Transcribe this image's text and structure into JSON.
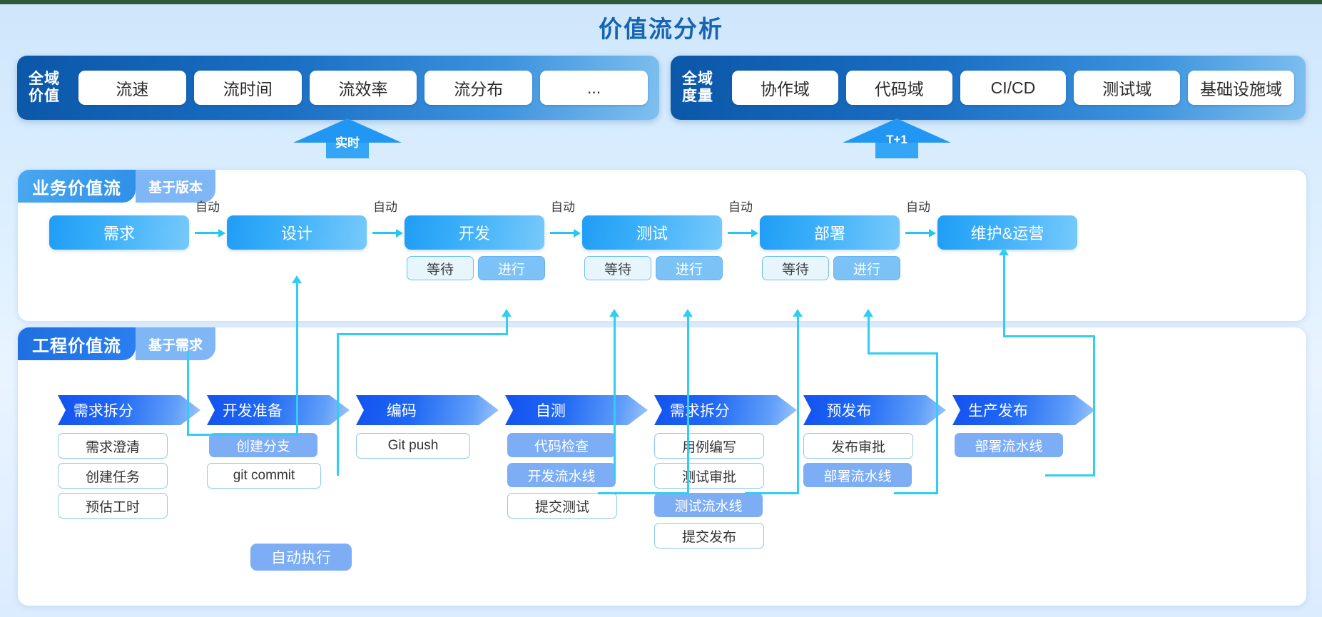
{
  "page": {
    "title": "价值流分析"
  },
  "top_panels": [
    {
      "label": "全域\n价值",
      "label_line1": "全域",
      "label_line2": "价值",
      "items": [
        "流速",
        "流时间",
        "流效率",
        "流分布",
        "..."
      ]
    },
    {
      "label_line1": "全域",
      "label_line2": "度量",
      "items": [
        "协作域",
        "代码域",
        "CI/CD",
        "测试域",
        "基础设施域"
      ]
    }
  ],
  "flow_arrows": [
    {
      "name": "realtime",
      "label": "实时"
    },
    {
      "name": "t-plus-1",
      "label": "T+1"
    }
  ],
  "business_stream": {
    "title": "业务价值流",
    "subtitle": "基于版本",
    "transition_label": "自动",
    "stages": [
      {
        "name": "需求",
        "chips": []
      },
      {
        "name": "设计",
        "chips": []
      },
      {
        "name": "开发",
        "chips": [
          {
            "label": "等待",
            "type": "wait"
          },
          {
            "label": "进行",
            "type": "progress"
          }
        ]
      },
      {
        "name": "测试",
        "chips": [
          {
            "label": "等待",
            "type": "wait"
          },
          {
            "label": "进行",
            "type": "progress"
          }
        ]
      },
      {
        "name": "部署",
        "chips": [
          {
            "label": "等待",
            "type": "wait"
          },
          {
            "label": "进行",
            "type": "progress"
          }
        ]
      },
      {
        "name": "维护&运营",
        "chips": []
      }
    ]
  },
  "engineering_stream": {
    "title": "工程价值流",
    "subtitle": "基于需求",
    "legend": "自动执行",
    "columns": [
      {
        "name": "需求拆分",
        "items": [
          {
            "label": "需求澄清",
            "type": "outline"
          },
          {
            "label": "创建任务",
            "type": "outline"
          },
          {
            "label": "预估工时",
            "type": "outline"
          }
        ]
      },
      {
        "name": "开发准备",
        "items": [
          {
            "label": "创建分支",
            "type": "filled"
          },
          {
            "label": "git commit",
            "type": "outline"
          }
        ]
      },
      {
        "name": "编码",
        "items": [
          {
            "label": "Git push",
            "type": "outline"
          }
        ]
      },
      {
        "name": "自测",
        "items": [
          {
            "label": "代码检查",
            "type": "filled"
          },
          {
            "label": "开发流水线",
            "type": "filled"
          },
          {
            "label": "提交测试",
            "type": "outline"
          }
        ]
      },
      {
        "name": "需求拆分",
        "items": [
          {
            "label": "用例编写",
            "type": "outline"
          },
          {
            "label": "测试审批",
            "type": "outline"
          },
          {
            "label": "测试流水线",
            "type": "filled"
          },
          {
            "label": "提交发布",
            "type": "outline"
          }
        ]
      },
      {
        "name": "预发布",
        "items": [
          {
            "label": "发布审批",
            "type": "outline"
          },
          {
            "label": "部署流水线",
            "type": "filled"
          }
        ]
      },
      {
        "name": "生产发布",
        "items": [
          {
            "label": "部署流水线",
            "type": "filled"
          }
        ]
      }
    ]
  },
  "colors": {
    "accent_blue": "#1764b0",
    "panel_gradient_start": "#0b57a8",
    "panel_gradient_end": "#7fc0ef",
    "connector_cyan": "#31cdf2",
    "stage_blue": "#1f9df5",
    "chevron_blue": "#1352f0",
    "fill_chip": "#7cadf5",
    "top_strip": "#2e5b3a"
  }
}
